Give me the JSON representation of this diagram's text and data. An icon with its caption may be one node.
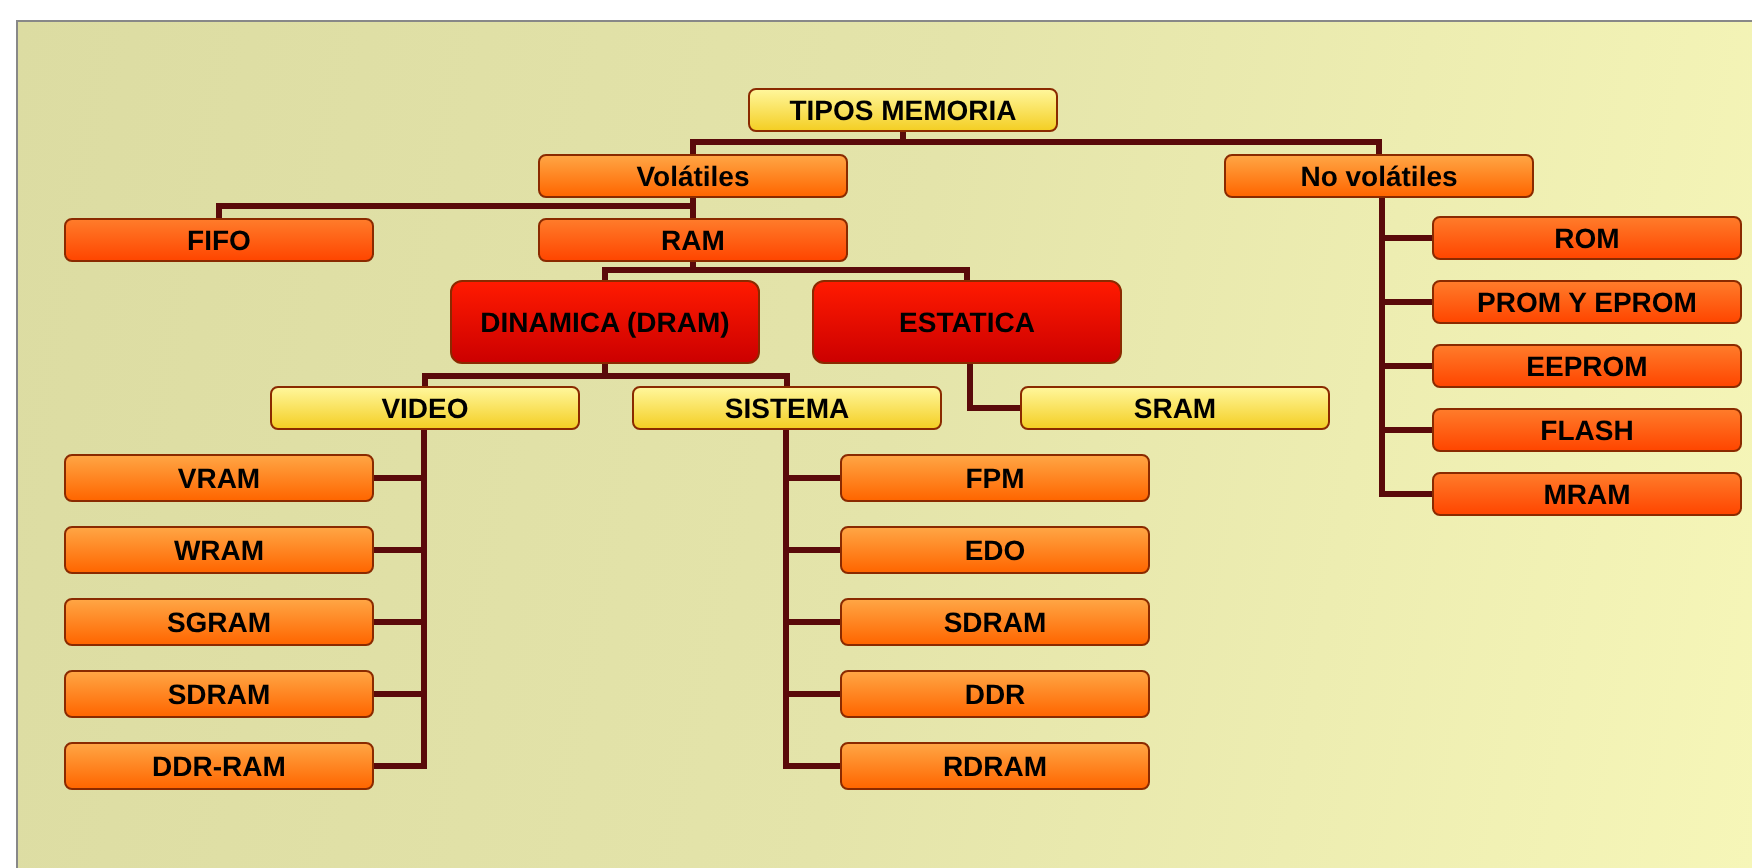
{
  "diagram": {
    "nodes": [
      {
        "text": [
          "TIPOS MEMORIA"
        ]
      },
      {
        "text": [
          "Volátiles"
        ]
      },
      {
        "text": [
          "No volátiles"
        ]
      },
      {
        "text": [
          "FIFO"
        ]
      },
      {
        "text": [
          "RAM"
        ]
      },
      {
        "text": [
          "DINAMICA (DRAM)"
        ]
      },
      {
        "text": [
          "ESTATICA"
        ]
      },
      {
        "text": [
          "VIDEO"
        ]
      },
      {
        "text": [
          "SISTEMA"
        ]
      },
      {
        "text": [
          "SRAM"
        ]
      },
      {
        "text": [
          "VRAM"
        ]
      },
      {
        "text": [
          "WRAM"
        ]
      },
      {
        "text": [
          "SGRAM"
        ]
      },
      {
        "text": [
          "SDRAM"
        ]
      },
      {
        "text": [
          "DDR-RAM"
        ]
      },
      {
        "text": [
          "FPM"
        ]
      },
      {
        "text": [
          "EDO"
        ]
      },
      {
        "text": [
          "SDRAM"
        ]
      },
      {
        "text": [
          "DDR"
        ]
      },
      {
        "text": [
          "RDRAM"
        ]
      },
      {
        "text": [
          "ROM"
        ]
      },
      {
        "text": [
          "PROM Y EPROM"
        ]
      },
      {
        "text": [
          "EEPROM"
        ]
      },
      {
        "text": [
          "FLASH"
        ]
      },
      {
        "text": [
          "MRAM"
        ]
      }
    ],
    "edges": [
      {
        "from": 0,
        "to": 1,
        "arrow": "none"
      },
      {
        "from": 0,
        "to": 2,
        "arrow": "none"
      },
      {
        "from": 1,
        "to": 3,
        "arrow": "none"
      },
      {
        "from": 1,
        "to": 4,
        "arrow": "none"
      },
      {
        "from": 4,
        "to": 5,
        "arrow": "none"
      },
      {
        "from": 4,
        "to": 6,
        "arrow": "none"
      },
      {
        "from": 5,
        "to": 7,
        "arrow": "none"
      },
      {
        "from": 5,
        "to": 8,
        "arrow": "none"
      },
      {
        "from": 6,
        "to": 9,
        "arrow": "none"
      },
      {
        "from": 7,
        "to": 10,
        "arrow": "none"
      },
      {
        "from": 7,
        "to": 11,
        "arrow": "none"
      },
      {
        "from": 7,
        "to": 12,
        "arrow": "none"
      },
      {
        "from": 7,
        "to": 13,
        "arrow": "none"
      },
      {
        "from": 7,
        "to": 14,
        "arrow": "none"
      },
      {
        "from": 8,
        "to": 15,
        "arrow": "none"
      },
      {
        "from": 8,
        "to": 16,
        "arrow": "none"
      },
      {
        "from": 8,
        "to": 17,
        "arrow": "none"
      },
      {
        "from": 8,
        "to": 18,
        "arrow": "none"
      },
      {
        "from": 8,
        "to": 19,
        "arrow": "none"
      },
      {
        "from": 2,
        "to": 20,
        "arrow": "none"
      },
      {
        "from": 2,
        "to": 21,
        "arrow": "none"
      },
      {
        "from": 2,
        "to": 22,
        "arrow": "none"
      },
      {
        "from": 2,
        "to": 23,
        "arrow": "none"
      },
      {
        "from": 2,
        "to": 24,
        "arrow": "none"
      }
    ]
  }
}
